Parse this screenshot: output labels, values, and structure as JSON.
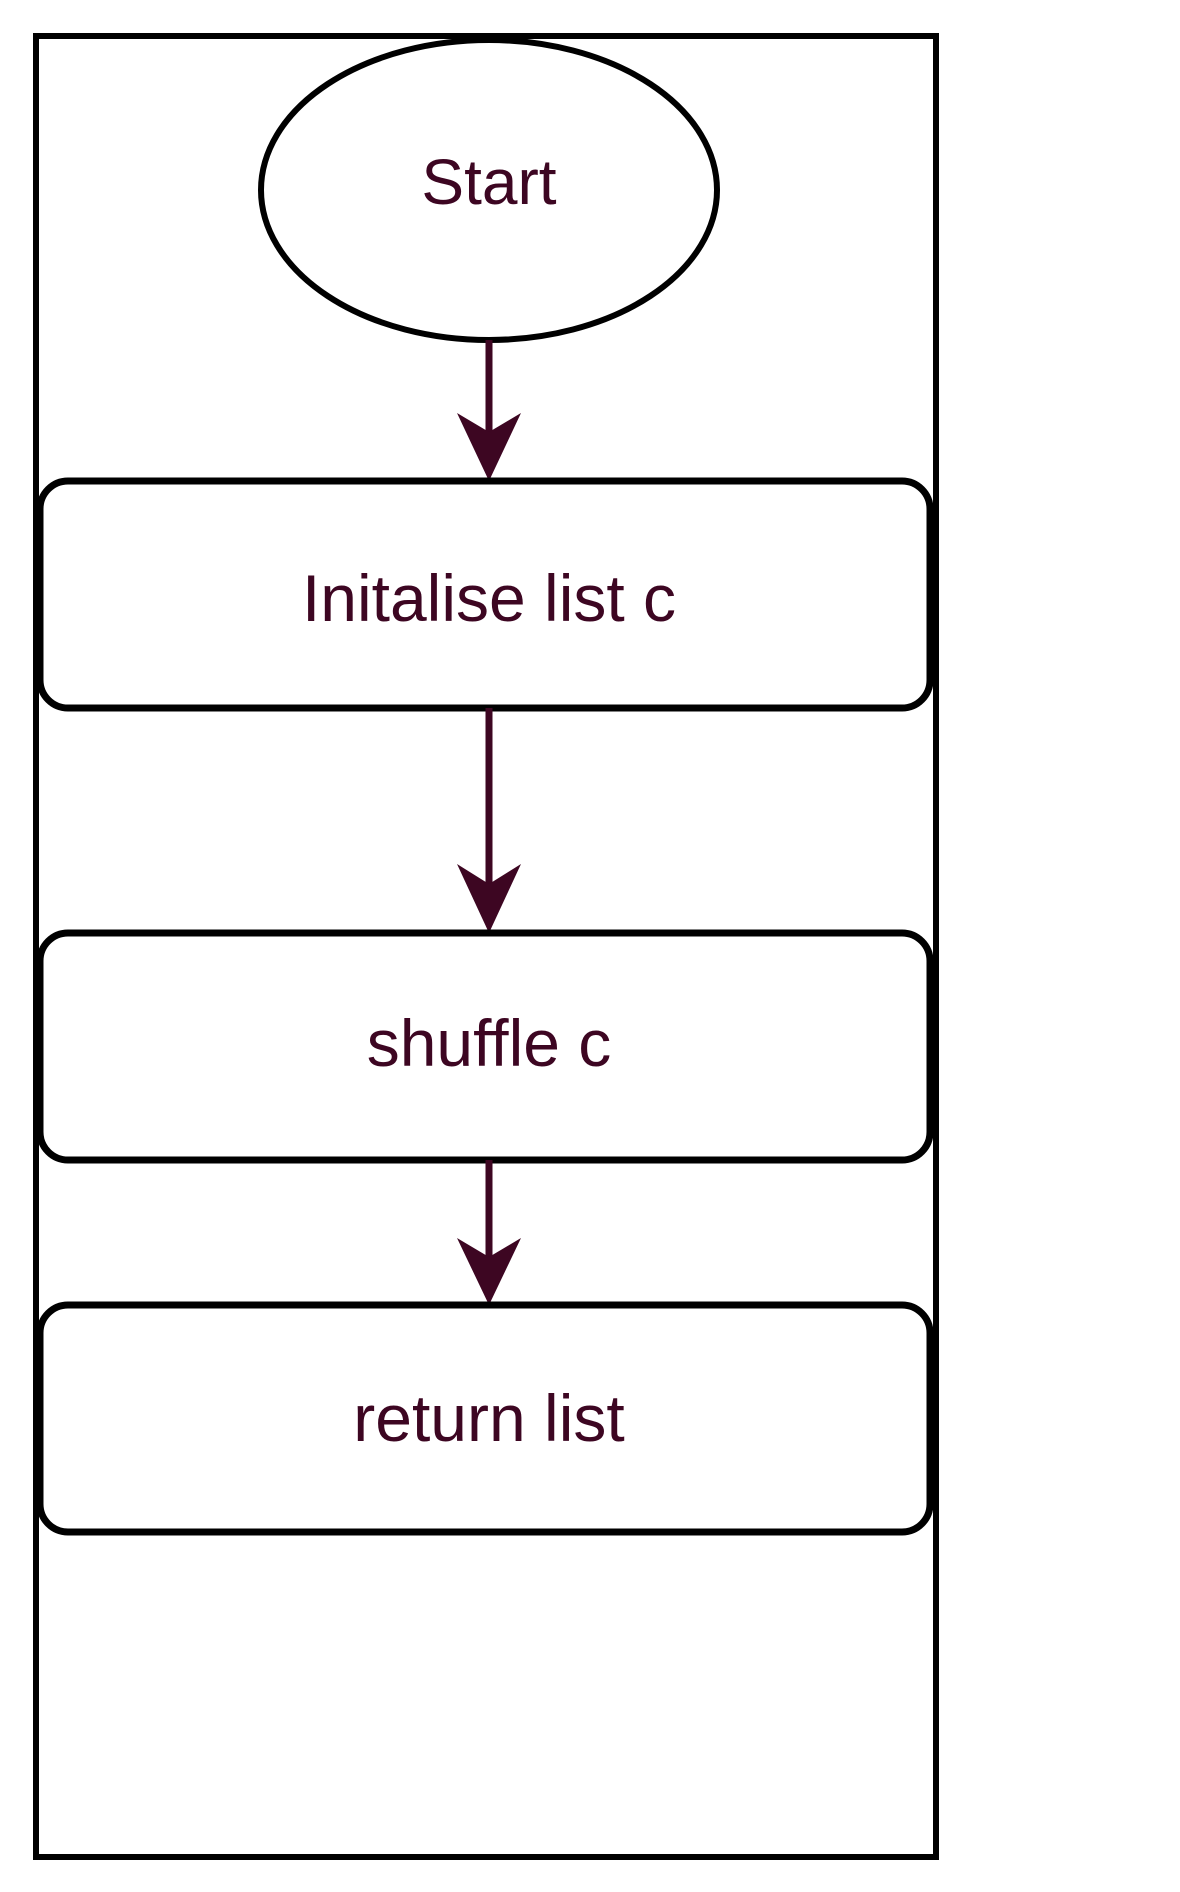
{
  "diagram": {
    "type": "flowchart",
    "orientation": "top-to-bottom",
    "title": "",
    "colors": {
      "text": "#3D0622",
      "node_border": "#000000",
      "node_fill": "#ffffff",
      "edge": "#3D0622",
      "frame_border": "#000000",
      "background": "#ffffff"
    },
    "nodes": [
      {
        "id": "start",
        "shape": "ellipse",
        "label": "Start"
      },
      {
        "id": "init",
        "shape": "rounded-rectangle",
        "label": "Initalise list c"
      },
      {
        "id": "shuffle",
        "shape": "rounded-rectangle",
        "label": "shuffle c"
      },
      {
        "id": "return",
        "shape": "rounded-rectangle",
        "label": "return list"
      }
    ],
    "edges": [
      {
        "from": "start",
        "to": "init",
        "label": "",
        "arrow": "arrow-down-icon"
      },
      {
        "from": "init",
        "to": "shuffle",
        "label": "",
        "arrow": "arrow-down-icon"
      },
      {
        "from": "shuffle",
        "to": "return",
        "label": "",
        "arrow": "arrow-down-icon"
      }
    ]
  }
}
